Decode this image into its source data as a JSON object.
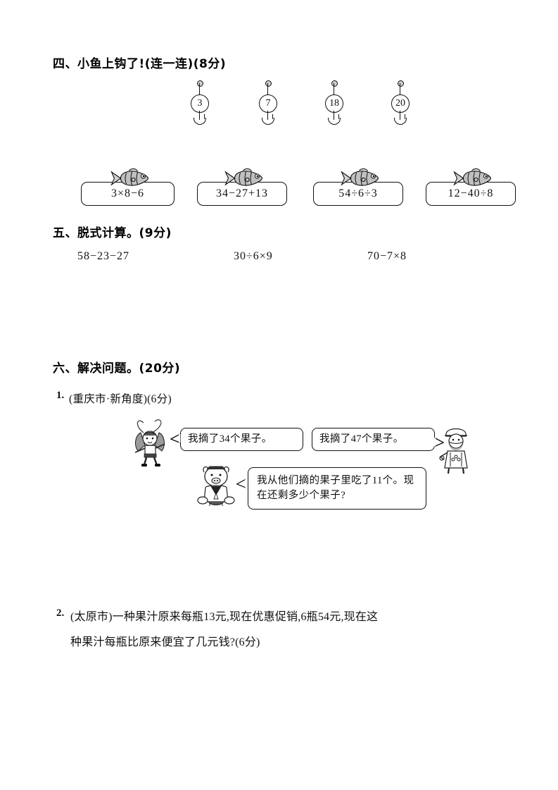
{
  "sections": {
    "four": {
      "title": "四、小鱼上钩了!(连一连)(8分)",
      "hooks": [
        {
          "label": "3"
        },
        {
          "label": "7"
        },
        {
          "label": "18"
        },
        {
          "label": "20"
        }
      ],
      "fish_cards": [
        {
          "expression": "3×8−6"
        },
        {
          "expression": "34−27+13"
        },
        {
          "expression": "54÷6÷3"
        },
        {
          "expression": "12−40÷8"
        }
      ]
    },
    "five": {
      "title": "五、脱式计算。(9分)",
      "expressions": [
        "58−23−27",
        "30÷6×9",
        "70−7×8"
      ]
    },
    "six": {
      "title": "六、解决问题。(20分)",
      "questions": [
        {
          "number": "1.",
          "source": "(重庆市·新角度)(6分)",
          "bubbles": [
            {
              "text": "我摘了34个果子。"
            },
            {
              "text": "我摘了47个果子。"
            },
            {
              "text": "我从他们摘的果子里吃了11个。现在还剩多少个果子?"
            }
          ]
        },
        {
          "number": "2.",
          "line1": "(太原市)一种果汁原来每瓶13元,现在优惠促销,6瓶54元,现在这",
          "line2": "种果汁每瓶比原来便宜了几元钱?(6分)"
        }
      ]
    }
  },
  "colors": {
    "ink": "#111111",
    "paper": "#ffffff",
    "fish_body": "#b8b8b8",
    "fish_stripe": "#8f8f8f"
  }
}
